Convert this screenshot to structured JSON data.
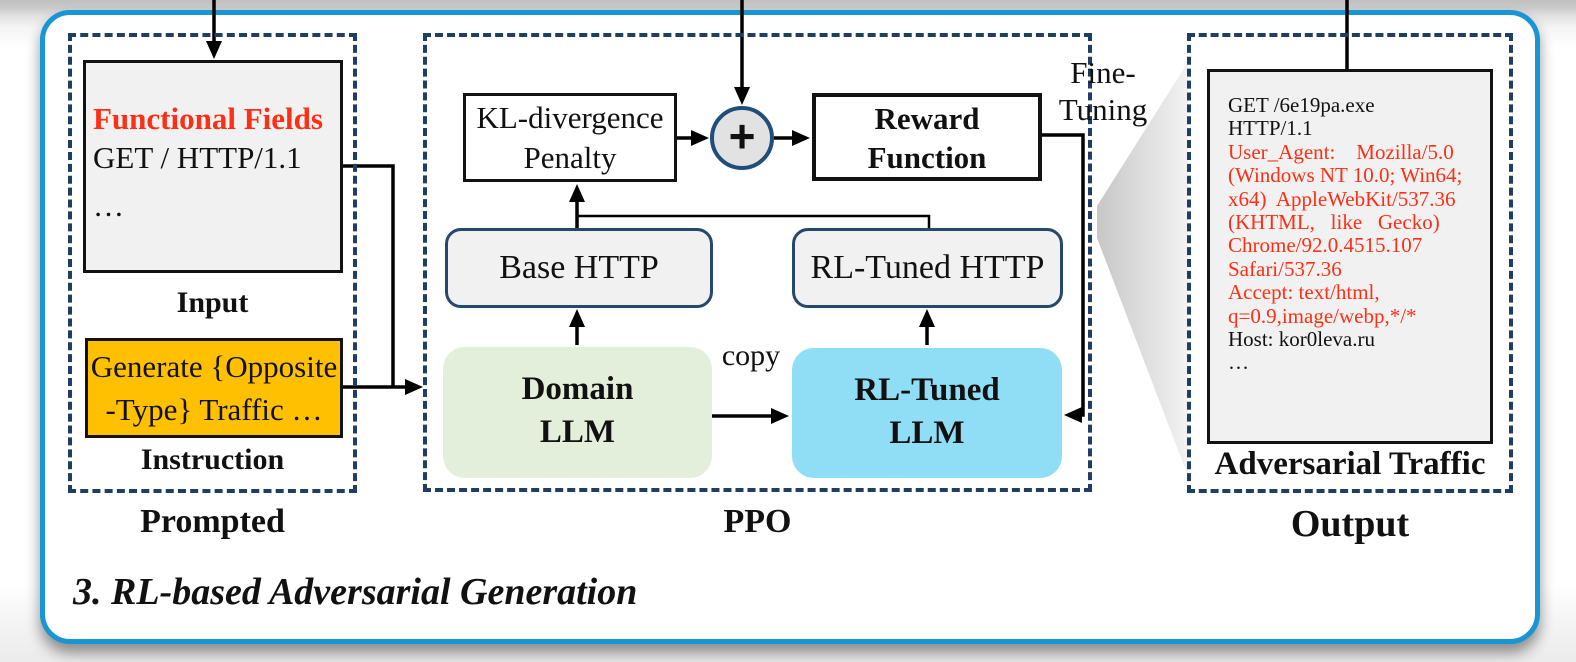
{
  "section_title": "3. RL-based Adversarial Generation",
  "colors": {
    "frame_blue": "#1896d3",
    "dash_navy": "#1e3f63",
    "box_navy": "#24486e",
    "highlight_red": "#fd2f14",
    "instruction_orange": "#fec000",
    "domain_green": "#e3efda",
    "rl_blue": "#90def5",
    "panel_grey": "#f1f1f1",
    "circle_grey": "#e2e2e2"
  },
  "prompted": {
    "panel_label": "Prompted",
    "input_box": {
      "highlight_line": "Functional Fields",
      "line2": "GET / HTTP/1.1",
      "line3": "…",
      "caption": "Input"
    },
    "instruction_box": {
      "line1": "Generate {Opposite",
      "line2": "-Type} Traffic …",
      "caption": "Instruction"
    }
  },
  "ppo": {
    "panel_label": "PPO",
    "kl_box": {
      "line1": "KL-divergence",
      "line2": "Penalty"
    },
    "plus_sign": "+",
    "reward_box": {
      "line1": "Reward",
      "line2": "Function"
    },
    "base_http_label": "Base HTTP",
    "rl_http_label": "RL-Tuned HTTP",
    "domain_llm": {
      "line1": "Domain",
      "line2": "LLM"
    },
    "rl_llm": {
      "line1": "RL-Tuned",
      "line2": "LLM"
    },
    "copy_label": "copy",
    "fine_tuning": {
      "line1": "Fine-",
      "line2": "Tuning"
    }
  },
  "output": {
    "panel_label": "Output",
    "caption": "Adversarial Traffic",
    "http_lines": [
      {
        "text": "GET /6e19pa.exe",
        "red": false
      },
      {
        "text": "HTTP/1.1",
        "red": false
      },
      {
        "text": "User_Agent:    Mozilla/5.0",
        "red": true
      },
      {
        "text": "(Windows NT 10.0; Win64;",
        "red": true
      },
      {
        "text": "x64)  AppleWebKit/537.36",
        "red": true
      },
      {
        "text": "(KHTML,   like   Gecko)",
        "red": true
      },
      {
        "text": "Chrome/92.0.4515.107",
        "red": true
      },
      {
        "text": "Safari/537.36",
        "red": true
      },
      {
        "text": "Accept: text/html,",
        "red": true
      },
      {
        "text": "q=0.9,image/webp,*/*",
        "red": true
      },
      {
        "text": "Host: kor0leva.ru",
        "red": false
      },
      {
        "text": "…",
        "red": false
      }
    ]
  }
}
